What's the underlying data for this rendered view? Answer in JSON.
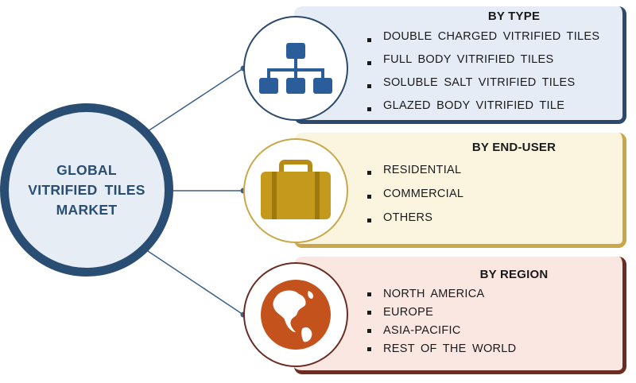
{
  "center": {
    "title": "GLOBAL VITRIFIED TILES MARKET"
  },
  "segments": [
    {
      "title": "BY TYPE",
      "icon": "hierarchy-icon",
      "color": "#2b4a6c",
      "items": [
        "DOUBLE CHARGED VITRIFIED TILES",
        "FULL BODY VITRIFIED TILES",
        "SOLUBLE SALT VITRIFIED TILES",
        "GLAZED BODY VITRIFIED TILE"
      ]
    },
    {
      "title": "BY END-USER",
      "icon": "briefcase-icon",
      "color": "#c9a84a",
      "items": [
        "RESIDENTIAL",
        "COMMERCIAL",
        "OTHERS"
      ]
    },
    {
      "title": "BY REGION",
      "icon": "globe-icon",
      "color": "#6b2d23",
      "items": [
        "NORTH AMERICA",
        "EUROPE",
        "ASIA-PACIFIC",
        "REST OF THE WORLD"
      ]
    }
  ]
}
